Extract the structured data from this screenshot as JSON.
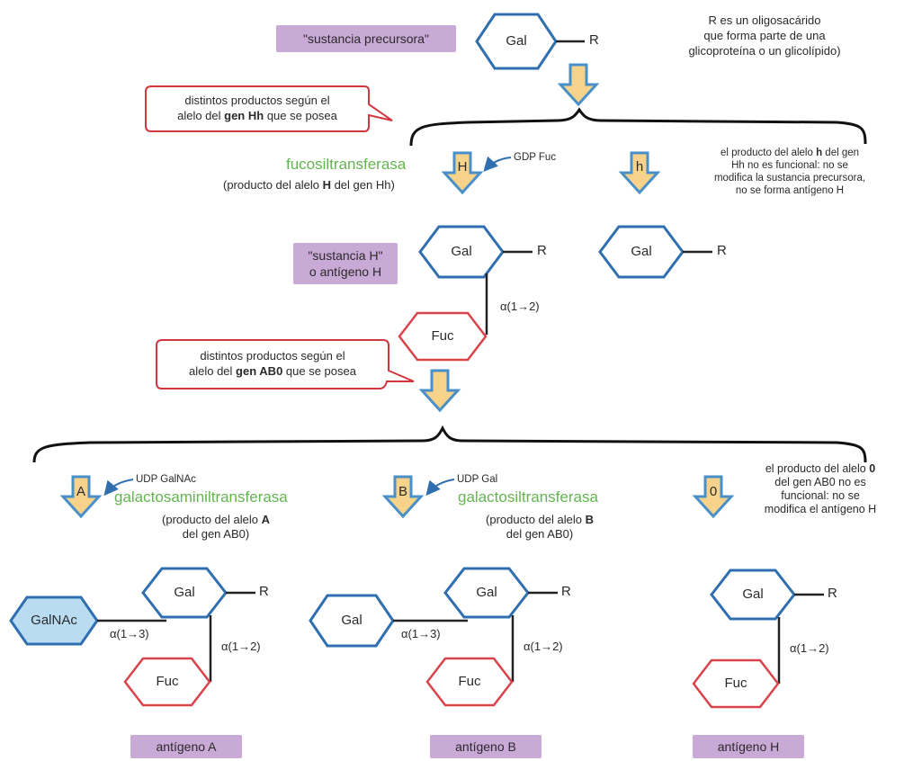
{
  "sugars": {
    "gal": "Gal",
    "fuc": "Fuc",
    "galnac": "GalNAc",
    "r": "R"
  },
  "labels": {
    "precursor": "\"sustancia precursora\"",
    "r_note": [
      "R es un oligosacárido",
      "que forma parte de una",
      "glicoproteína o un glicolípido)"
    ],
    "callout_hh": {
      "line1": "distintos productos según el",
      "pre": "alelo del ",
      "bold": "gen Hh",
      "post": " que se posea"
    },
    "callout_abo": {
      "line1": "distintos productos según el",
      "pre": "alelo del ",
      "bold": "gen AB0",
      "post": " que se posea"
    },
    "enzyme_h": "fucosiltransferasa",
    "enzyme_h_note": {
      "pre": "(producto del alelo ",
      "bold": "H",
      "post": " del gen Hh)"
    },
    "gdp_fuc": "GDP Fuc",
    "allele_H": "H",
    "allele_h": "h",
    "h_note": {
      "pre": "el producto del alelo ",
      "bold": "h",
      "post": " del gen",
      "line2": "Hh no es funcional: no se",
      "line3": "modifica la sustancia precursora,",
      "line4": "no se forma antígeno H"
    },
    "substance_h": [
      "\"sustancia H\"",
      "o antígeno H"
    ],
    "alpha12": "α(1→2)",
    "alpha13": "α(1→3)",
    "allele_A": "A",
    "allele_B": "B",
    "allele_O": "0",
    "udp_galnac": "UDP GalNAc",
    "udp_gal": "UDP Gal",
    "enzyme_a": "galactosaminiltransferasa",
    "enzyme_a_note": {
      "pre": "(producto del alelo ",
      "bold": "A",
      "line2": "del gen AB0)"
    },
    "enzyme_b": "galactosiltransferasa",
    "enzyme_b_note": {
      "pre": "(producto del alelo ",
      "bold": "B",
      "line2": "del gen AB0)"
    },
    "o_note": {
      "pre": "el producto del alelo ",
      "bold": "0",
      "line2": "del gen AB0 no es",
      "line3": "funcional: no se",
      "line4": "modifica el antígeno H"
    },
    "antigen_a": "antígeno A",
    "antigen_b": "antígeno B",
    "antigen_h": "antígeno H"
  },
  "colors": {
    "gal_stroke": "#2f6fb0",
    "fuc_stroke": "#d9434b",
    "galnac_fill": "#b9dcf3",
    "arrow_fill": "#f7d28a",
    "arrow_stroke": "#4a90c8",
    "pill": "#c9a9d6",
    "enzyme_green": "#64b450",
    "callout_red": "#d0373f"
  }
}
